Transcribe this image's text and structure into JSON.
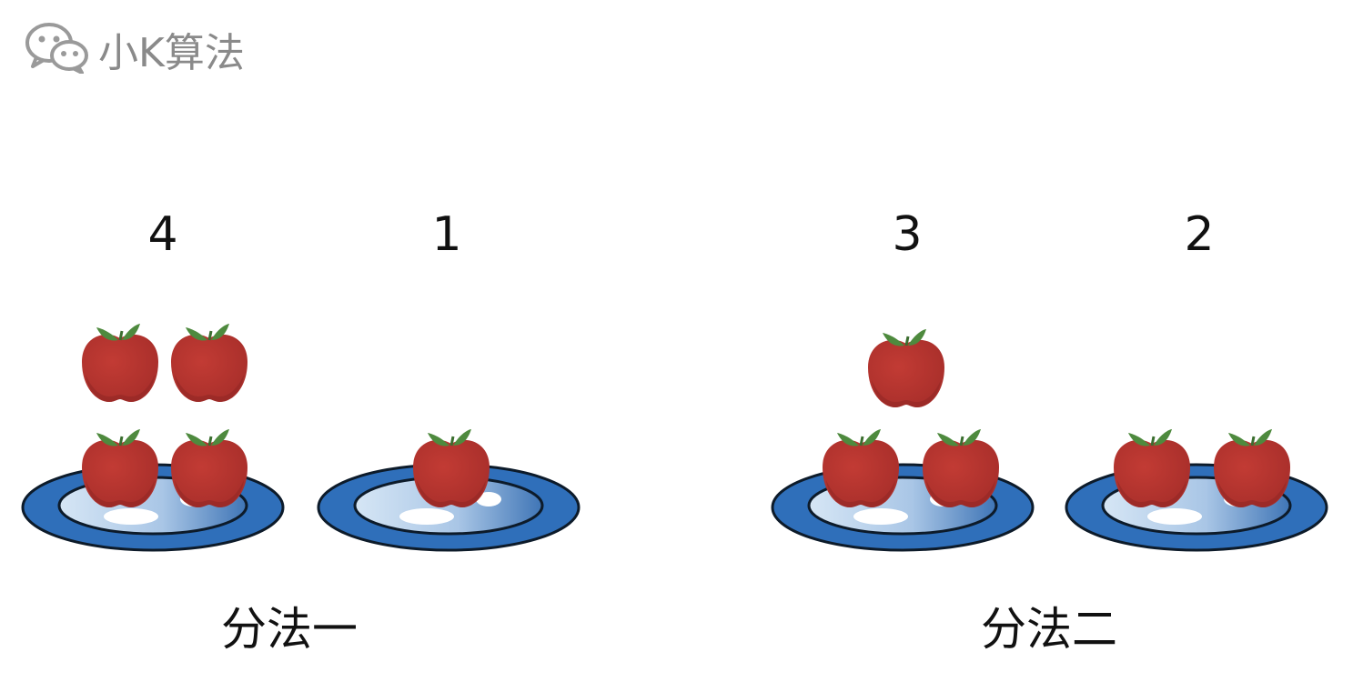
{
  "watermark": {
    "text": "小K算法",
    "icon": "wechat-icon",
    "color": "#8a8a8a"
  },
  "groups": [
    {
      "method_label": "分法一",
      "plates": [
        {
          "count_label": "4",
          "apples": 4
        },
        {
          "count_label": "1",
          "apples": 1
        }
      ]
    },
    {
      "method_label": "分法二",
      "plates": [
        {
          "count_label": "3",
          "apples": 3
        },
        {
          "count_label": "2",
          "apples": 2
        }
      ]
    }
  ],
  "colors": {
    "plate_rim": "#2f6fba",
    "apple": "#b5342f",
    "leaf": "#4e8a3e"
  }
}
